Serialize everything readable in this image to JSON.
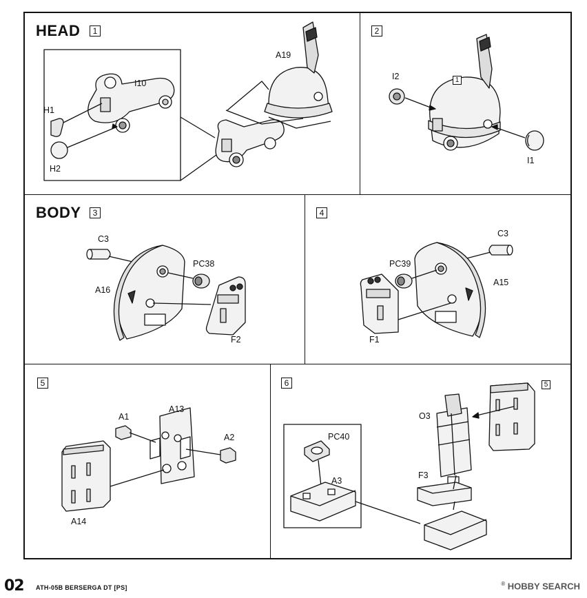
{
  "sections": {
    "head": "HEAD",
    "body": "BODY"
  },
  "steps": {
    "s1": "1",
    "s2": "2",
    "s3": "3",
    "s4": "4",
    "s5": "5",
    "s6": "6",
    "ref1": "1",
    "ref5": "5"
  },
  "parts": {
    "step1": [
      "I10",
      "H1",
      "H2",
      "A19"
    ],
    "step2": [
      "I2",
      "I1"
    ],
    "step3": [
      "C3",
      "PC38",
      "A16",
      "F2"
    ],
    "step4": [
      "C3",
      "PC39",
      "A15",
      "F1"
    ],
    "step5": [
      "A1",
      "A13",
      "A2",
      "A14"
    ],
    "step6": [
      "PC40",
      "A3",
      "O3",
      "F3"
    ]
  },
  "footer": {
    "page": "02",
    "code": "ATH-05B BERSERGA DT [PS]",
    "watermark": "HOBBY SEARCH",
    "watermark_mark": "®"
  }
}
